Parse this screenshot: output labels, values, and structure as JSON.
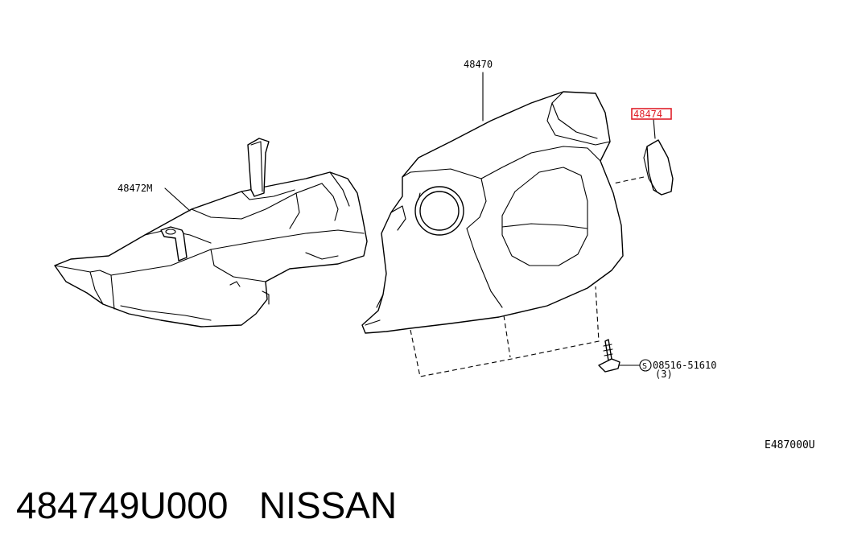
{
  "diagram": {
    "labels": {
      "part_48470": "48470",
      "part_48472m": "48472M",
      "part_48474": "48474",
      "screw_part": "08516-51610",
      "screw_qty": "(3)",
      "screw_symbol": "S",
      "figure_code": "E487000U"
    },
    "highlight_color": "#e0202a"
  },
  "caption": {
    "part_number": "484749U000",
    "brand": "NISSAN"
  }
}
